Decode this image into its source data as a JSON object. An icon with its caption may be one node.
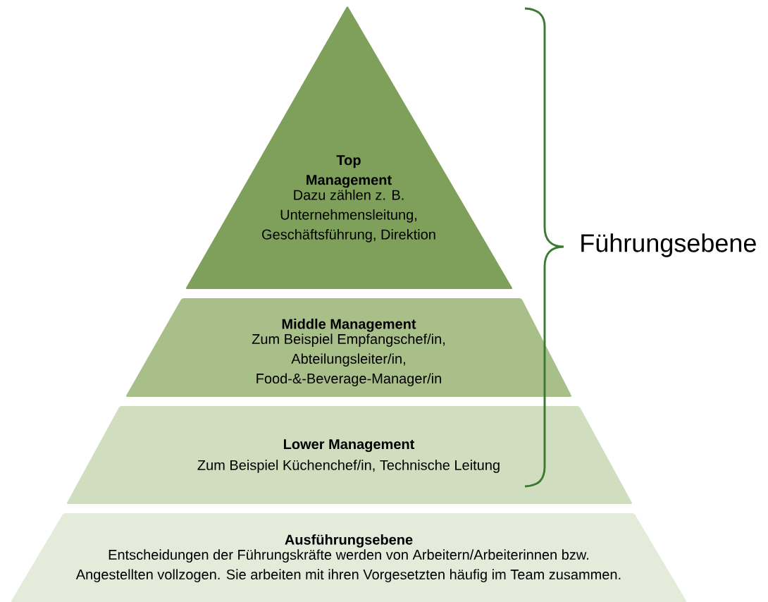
{
  "diagram": {
    "nodes": [
      {
        "text": [
          "Top Management",
          "Dazu zählen z. B. Unternehmensleitung, Geschäftsführung, Direktion"
        ]
      },
      {
        "text": [
          "Middle Management",
          "Zum Beispiel Empfangschef/in, Abteilungsleiter/in, Food-&-Beverage-Manager/in"
        ]
      },
      {
        "text": [
          "Lower Management",
          "Zum Beispiel Küchenchef/in, Technische Leitung"
        ]
      },
      {
        "text": [
          "Ausführungsebene",
          "Entscheidungen der Führungskräfte werden von Arbeitern/Arbeiterinnen bzw. Angestellten vollzogen. Sie arbeiten mit ihren Vorgesetzten häufig im Team zusammen."
        ]
      }
    ],
    "labels": [
      "Führungsebene"
    ]
  }
}
